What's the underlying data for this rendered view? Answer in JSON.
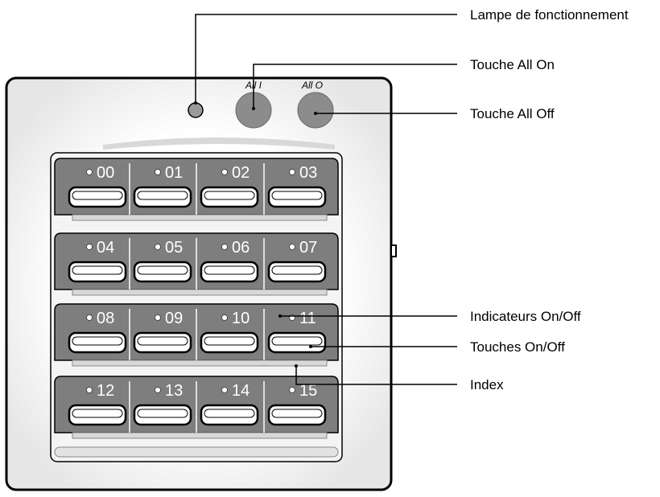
{
  "device": {
    "all_on_label": "All I",
    "all_off_label": "All O",
    "rows": [
      [
        "00",
        "01",
        "02",
        "03"
      ],
      [
        "04",
        "05",
        "06",
        "07"
      ],
      [
        "08",
        "09",
        "10",
        "11"
      ],
      [
        "12",
        "13",
        "14",
        "15"
      ]
    ]
  },
  "callouts": {
    "lamp": "Lampe de fonctionnement",
    "all_on": "Touche All On",
    "all_off": "Touche All Off",
    "indicators": "Indicateurs On/Off",
    "keys": "Touches On/Off",
    "index": "Index"
  },
  "colors": {
    "panel_gray": "#7e7e7e",
    "button_gray": "#8c8c8c",
    "frame_inner": "#f2f2f2"
  }
}
